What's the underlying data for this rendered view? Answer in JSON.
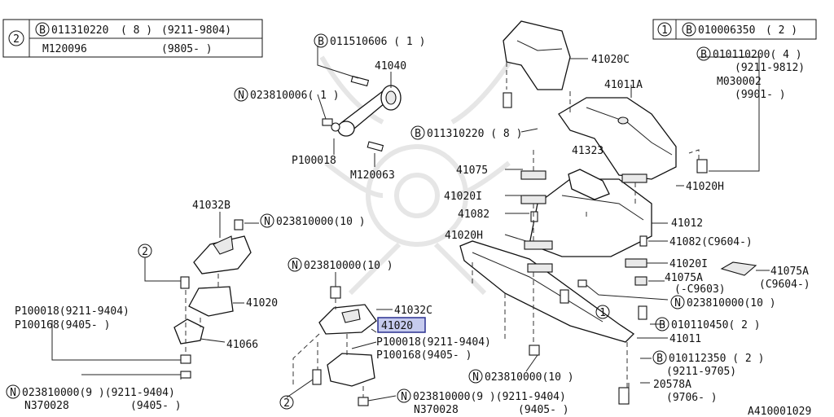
{
  "legend_left": {
    "index": "2",
    "row1_code": "011310220",
    "row1_qty": "( 8 )",
    "row1_period": "(9211-9804)",
    "row2_code": "M120096",
    "row2_period": "(9805-     )"
  },
  "legend_right": {
    "index": "1",
    "code": "010006350",
    "qty": "( 2 )"
  },
  "labels": {
    "b_011510606": "011510606 ( 1  )",
    "n_41040": "41040",
    "n_023810006": "023810006( 1  )",
    "p100018_a": "P100018",
    "m120063": "M120063",
    "n_41020C": "41020C",
    "n_41011A": "41011A",
    "b_011310220": "011310220 ( 8  )",
    "b_010110200": "010110200( 4  )",
    "p_9211_9812": "(9211-9812)",
    "m030002": "M030002",
    "p_9901": "(9901-      )",
    "n_41323": "41323",
    "n_41075": "41075",
    "n_41020I_a": "41020I",
    "n_41082_a": "41082",
    "n_41020H_a": "41020H",
    "n_41020H_b": "41020H",
    "n_41012": "41012",
    "n_41082_b": "41082(C9604-)",
    "n_41020I_b": "41020I",
    "n_41075A_a": "41075A",
    "p_c9604": "(C9604-)",
    "n_41075A_b": "41075A",
    "p_c9603": "(-C9603)",
    "n_023810000_c": "023810000(10  )",
    "b_010110450": "010110450( 2  )",
    "n_41011": "41011",
    "b_010112350": "010112350 ( 2  )",
    "p_9211_9705": "(9211-9705)",
    "n_20578A": "20578A",
    "p_9706": "(9706-      )",
    "n_41032B": "41032B",
    "n_023810000_a": "023810000(10  )",
    "n_41020_a": "41020",
    "p100018_b": "P100018(9211-9404)",
    "p100168_a": "P100168(9405-      )",
    "n_41066": "41066",
    "n_023810000_9_a": "023810000(9  )(9211-9404)",
    "n370028_a": "N370028",
    "p_9405_a": "(9405-      )",
    "n_023810000_b": "023810000(10  )",
    "n_41032C": "41032C",
    "n_41020_hl": "41020",
    "p100018_c": "P100018(9211-9404)",
    "p100168_b": "P100168(9405-      )",
    "n_023810000_d": "023810000(10  )",
    "n_023810000_9_b": "023810000(9  )(9211-9404)",
    "n370028_b": "N370028",
    "p_9405_b": "(9405-      )",
    "ref_code": "A410001029"
  },
  "symbols": {
    "b": "B",
    "n": "N",
    "one": "1",
    "two": "2"
  },
  "colors": {
    "highlight": "#c6cbee",
    "highlight_border": "#2a3090",
    "ink": "#111111"
  }
}
